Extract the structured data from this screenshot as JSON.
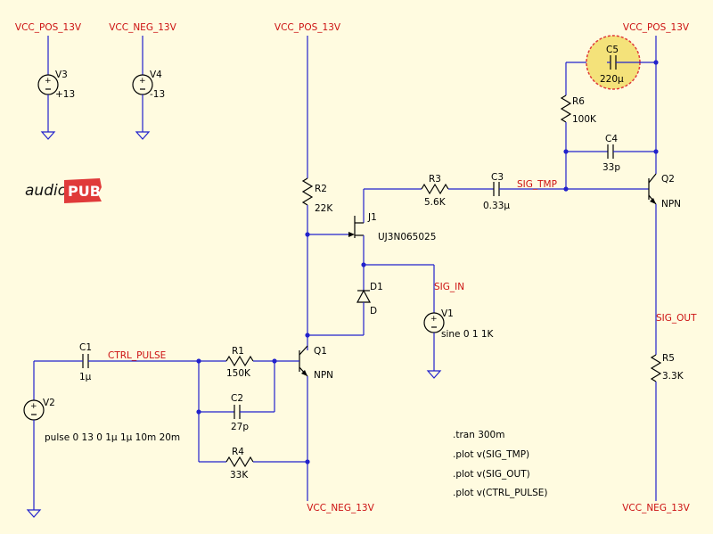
{
  "power": {
    "vcc_pos": "VCC_POS_13V",
    "vcc_neg": "VCC_NEG_13V"
  },
  "nets": {
    "sig_tmp": "SIG_TMP",
    "sig_out": "SIG_OUT",
    "sig_in": "SIG_IN",
    "ctrl_pulse": "CTRL_PULSE"
  },
  "components": {
    "v3": {
      "ref": "V3",
      "value": "+13"
    },
    "v4": {
      "ref": "V4",
      "value": "-13"
    },
    "v1": {
      "ref": "V1",
      "value": "sine 0 1 1K"
    },
    "v2": {
      "ref": "V2",
      "value": "pulse 0 13 0 1µ 1µ 10m 20m"
    },
    "r1": {
      "ref": "R1",
      "value": "150K"
    },
    "r2": {
      "ref": "R2",
      "value": "22K"
    },
    "r3": {
      "ref": "R3",
      "value": "5.6K"
    },
    "r4": {
      "ref": "R4",
      "value": "33K"
    },
    "r5": {
      "ref": "R5",
      "value": "3.3K"
    },
    "r6": {
      "ref": "R6",
      "value": "100K"
    },
    "c1": {
      "ref": "C1",
      "value": "1µ"
    },
    "c2": {
      "ref": "C2",
      "value": "27p"
    },
    "c3": {
      "ref": "C3",
      "value": "0.33µ"
    },
    "c4": {
      "ref": "C4",
      "value": "33p"
    },
    "c5": {
      "ref": "C5",
      "value": "220µ"
    },
    "d1": {
      "ref": "D1",
      "value": "D"
    },
    "j1": {
      "ref": "J1",
      "value": "UJ3N065025"
    },
    "q1": {
      "ref": "Q1",
      "value": "NPN"
    },
    "q2": {
      "ref": "Q2",
      "value": "NPN"
    }
  },
  "logo": {
    "part1": "audio",
    "part2": "PUB"
  },
  "directives": [
    ".tran 300m",
    ".plot v(SIG_TMP)",
    ".plot v(SIG_OUT)",
    ".plot v(CTRL_PULSE)"
  ],
  "colors": {
    "background": "#fffbe0",
    "wire": "#2222cc",
    "net_label": "#cc1111",
    "highlight": "#f4e27a",
    "logo_red": "#e03a3a"
  }
}
